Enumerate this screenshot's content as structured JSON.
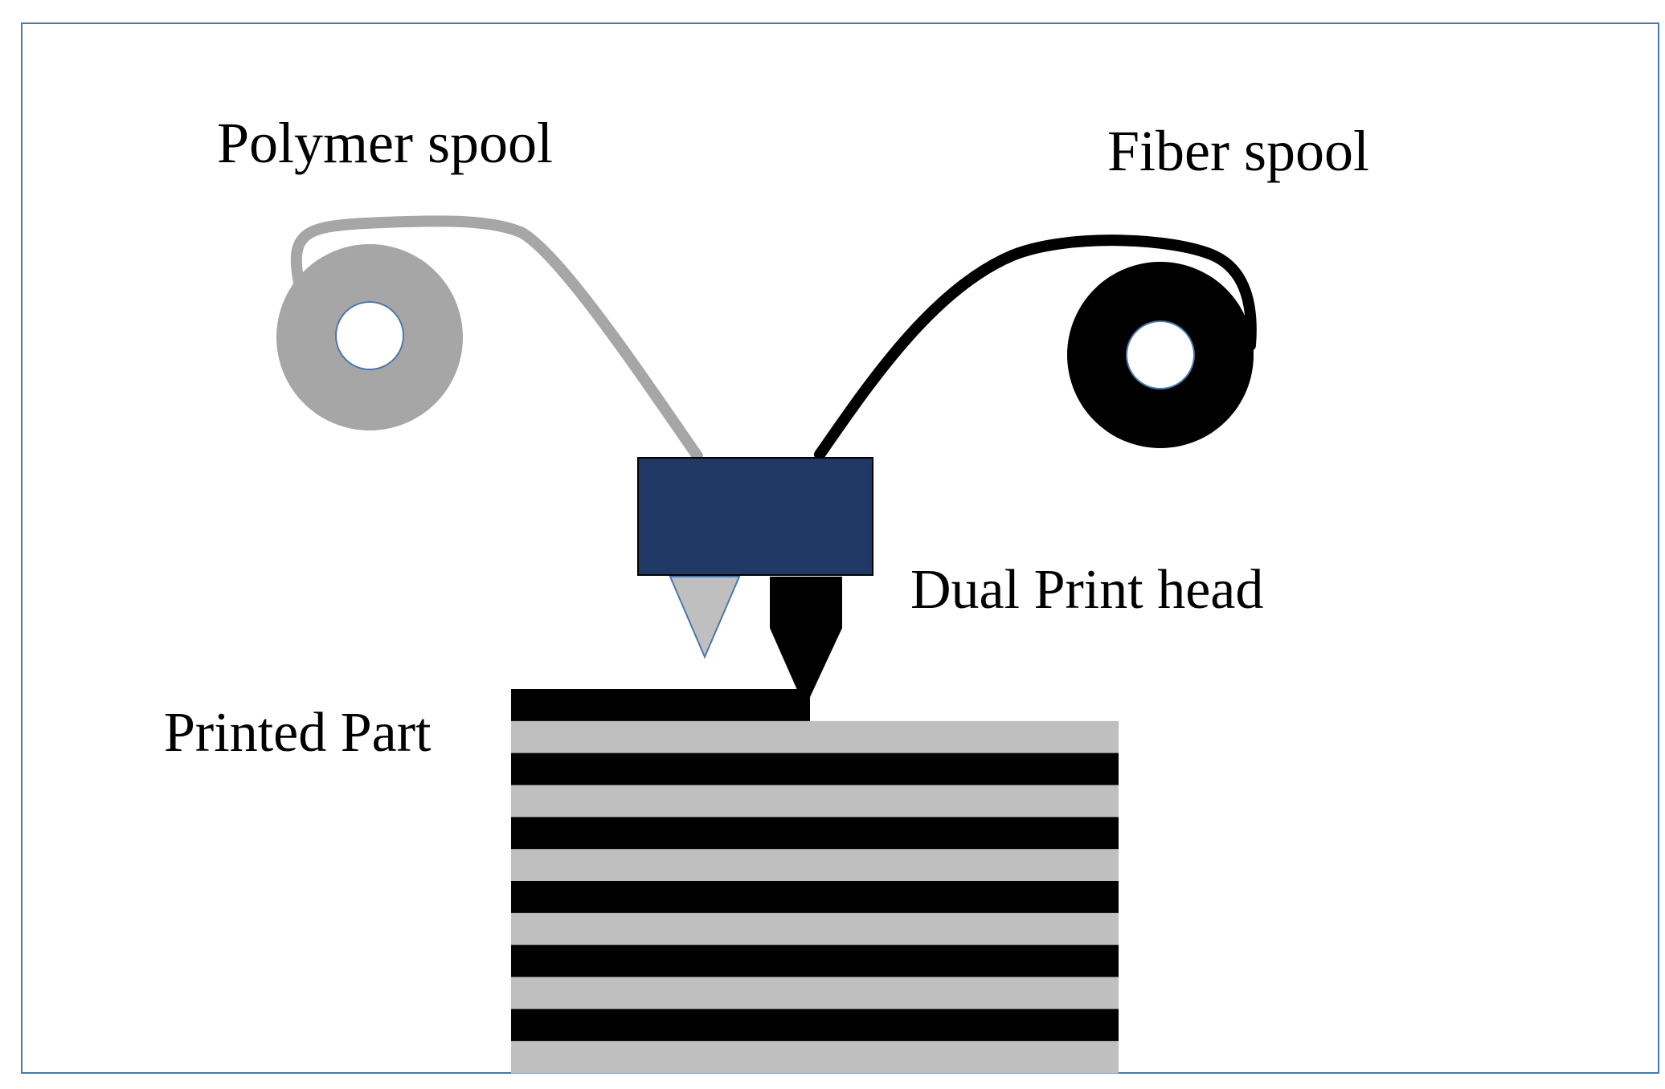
{
  "labels": {
    "polymer_spool": "Polymer spool",
    "fiber_spool": "Fiber spool",
    "dual_print_head": "Dual Print head",
    "printed_part": "Printed Part"
  },
  "colors": {
    "frame": "#4a78aa",
    "polymer": "#a6a6a6",
    "polymer_light": "#bfbfbf",
    "fiber": "#000000",
    "print_head": "#203864",
    "spool_hole_outline": "#4a78aa"
  },
  "printed_part": {
    "layer_sequence": [
      "fiber",
      "polymer",
      "fiber",
      "polymer",
      "fiber",
      "polymer",
      "fiber",
      "polymer",
      "fiber",
      "polymer",
      "fiber",
      "polymer"
    ]
  }
}
